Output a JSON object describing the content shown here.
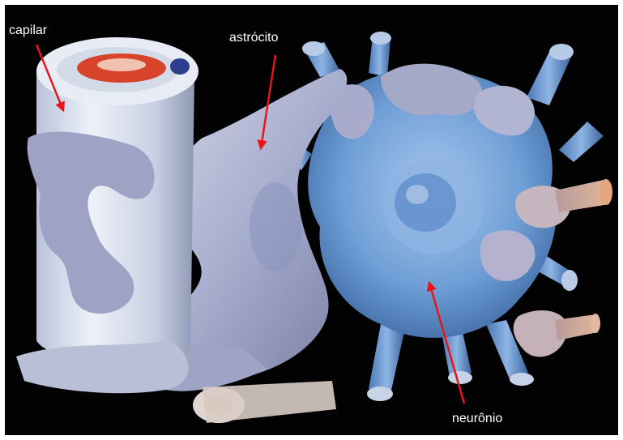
{
  "labels": {
    "capillary": "capilar",
    "astrocyte": "astrócito",
    "neuron": "neurônio"
  },
  "colors": {
    "background": "#020202",
    "arrow": "#e8161b",
    "label_text": "#ffffff",
    "capillary_wall": "#dce4f0",
    "blood": "#d8432c",
    "astrocyte": "#a9aed0",
    "neuron": "#6f9fd6",
    "axon_tip": "#c99a85"
  }
}
